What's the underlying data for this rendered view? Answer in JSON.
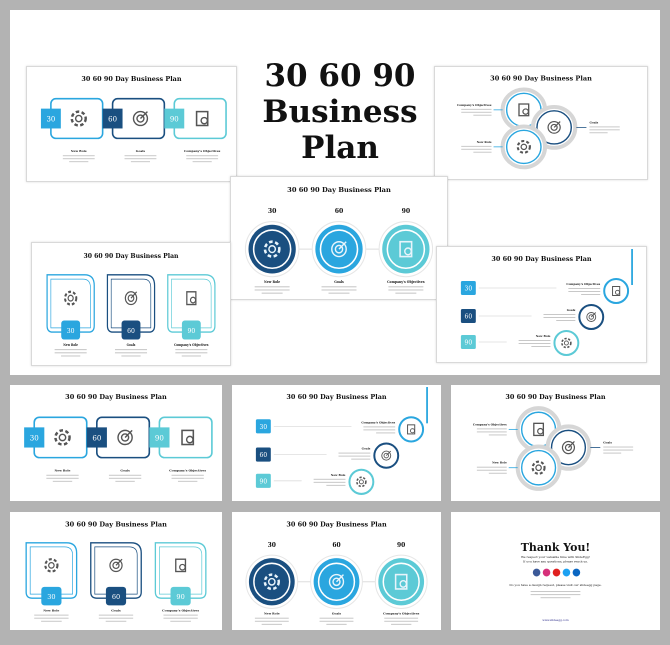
{
  "hero": {
    "title_lines": [
      "30 60 90",
      "Business",
      "Plan"
    ]
  },
  "colors": {
    "light_blue": "#2aa6df",
    "navy": "#1a4f80",
    "teal": "#5ccad6",
    "ring_gray": "#d4d4d4",
    "icon_gray": "#555555"
  },
  "slides": [
    {
      "type": "tabs",
      "title": "30 60 90 Day Business Plan",
      "numbers": [
        "30",
        "60",
        "90"
      ],
      "labels": [
        "New Role",
        "Goals",
        "Company's Objectives"
      ]
    },
    {
      "type": "venn",
      "title": "30 60 90 Day Business Plan",
      "labels": [
        "Company's Objectives",
        "Goals",
        "New Role"
      ]
    },
    {
      "type": "circles",
      "title": "30 60 90 Day Business Plan",
      "numbers": [
        "30",
        "60",
        "90"
      ],
      "labels": [
        "New Role",
        "Goals",
        "Company's Objectives"
      ]
    },
    {
      "type": "cards",
      "title": "30 60 90 Day Business Plan",
      "numbers": [
        "30",
        "60",
        "90"
      ],
      "labels": [
        "New Role",
        "Goals",
        "Company's Objectives"
      ]
    },
    {
      "type": "stairs",
      "title": "30 60 90 Day Business Plan",
      "numbers": [
        "30",
        "60",
        "90"
      ],
      "labels": [
        "Company's Objectives",
        "Goals",
        "New Role"
      ]
    },
    {
      "type": "tabs",
      "title": "30 60 90 Day Business Plan",
      "numbers": [
        "30",
        "60",
        "90"
      ],
      "labels": [
        "New Role",
        "Goals",
        "Company's Objectives"
      ]
    },
    {
      "type": "stairs",
      "title": "30 60 90 Day Business Plan",
      "numbers": [
        "30",
        "60",
        "90"
      ],
      "labels": [
        "Company's Objectives",
        "Goals",
        "New Role"
      ]
    },
    {
      "type": "venn",
      "title": "30 60 90 Day Business Plan",
      "labels": [
        "Company's Objectives",
        "Goals",
        "New Role"
      ]
    },
    {
      "type": "cards",
      "title": "30 60 90 Day Business Plan",
      "numbers": [
        "30",
        "60",
        "90"
      ],
      "labels": [
        "New Role",
        "Goals",
        "Company's Objectives"
      ]
    },
    {
      "type": "circles",
      "title": "30 60 90 Day Business Plan",
      "numbers": [
        "30",
        "60",
        "90"
      ],
      "labels": [
        "New Role",
        "Goals",
        "Company's Objectives"
      ]
    },
    {
      "type": "thanks",
      "title": "Thank You!",
      "lines": [
        "We respect your valuable time with SlideEgg!",
        "If you have any questions, please reach us."
      ],
      "request_line": "Do you have a design request, please visit our slideegg page.",
      "footer": "www.slideegg.com",
      "social_icons": [
        {
          "name": "facebook-icon",
          "color": "#3b5998"
        },
        {
          "name": "instagram-icon",
          "color": "#d6307a"
        },
        {
          "name": "youtube-icon",
          "color": "#e02020"
        },
        {
          "name": "twitter-icon",
          "color": "#1da1f2"
        },
        {
          "name": "linkedin-icon",
          "color": "#0a66c2"
        }
      ]
    }
  ]
}
